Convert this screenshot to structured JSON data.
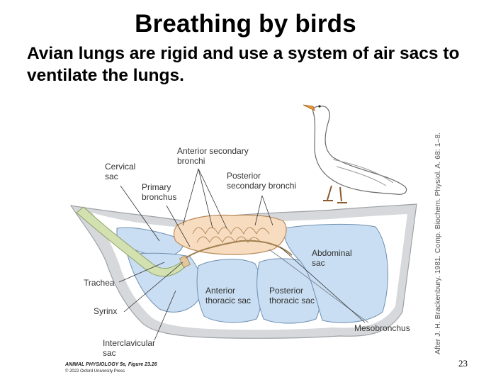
{
  "slide": {
    "title": "Breathing by birds",
    "subtitle": "Avian lungs are rigid and use a system of air sacs to ventilate the lungs.",
    "credit": "After J. H. Brackenbury. 1981. Comp. Biochem. Physiol. A. 68: 1–8.",
    "source_line1": "ANIMAL PHYSIOLOGY 5e, Figure 23.26",
    "source_line2": "© 2022 Oxford University Press",
    "page_number": "23"
  },
  "labels": {
    "anterior_secondary_bronchi": [
      "Anterior secondary",
      "bronchi"
    ],
    "cervical_sac": [
      "Cervical",
      "sac"
    ],
    "primary_bronchus": [
      "Primary",
      "bronchus"
    ],
    "posterior_secondary_bronchi": [
      "Posterior",
      "secondary bronchi"
    ],
    "abdominal_sac": [
      "Abdominal",
      "sac"
    ],
    "trachea": "Trachea",
    "anterior_thoracic_sac": [
      "Anterior",
      "thoracic sac"
    ],
    "posterior_thoracic_sac": [
      "Posterior",
      "thoracic sac"
    ],
    "syrinx": "Syrinx",
    "mesobronchus": "Mesobronchus",
    "interclavicular_sac": [
      "Interclavicular",
      "sac"
    ]
  },
  "colors": {
    "air_sac": "#c9def2",
    "air_sac_stroke": "#6f8fb0",
    "lung": "#f7dcbf",
    "lung_stroke": "#b88a5a",
    "body": "#d6d8db",
    "trachea": "#d3e0b0",
    "goose": "#ffffff",
    "beak": "#e89a3a"
  }
}
